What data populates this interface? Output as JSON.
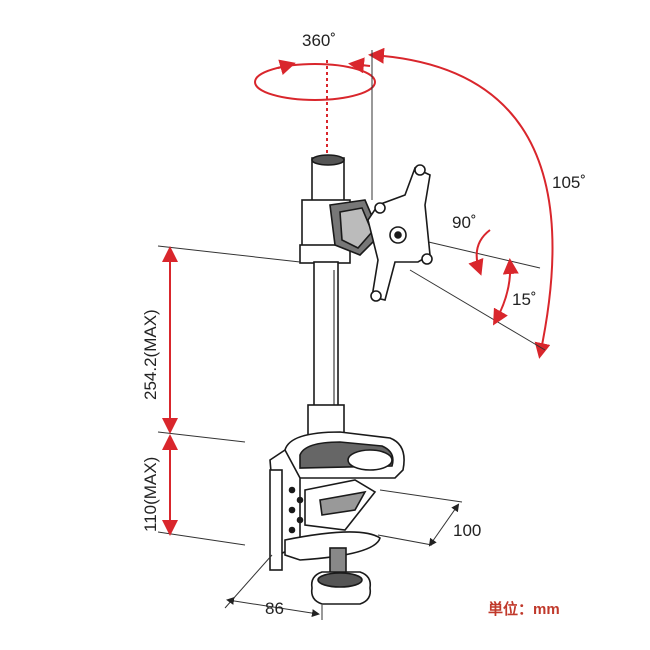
{
  "labels": {
    "rotation": "360˚",
    "tilt_total": "105˚",
    "tilt_90": "90˚",
    "tilt_15": "15˚",
    "height_arm": "254.2(MAX)",
    "height_clamp": "110(MAX)",
    "depth": "100",
    "width": "86",
    "unit": "単位：mm"
  },
  "colors": {
    "dimension_arrow": "#d9262c",
    "line_art": "#1a1a1a",
    "dim_line": "#333333",
    "unit_text": "#c0392b"
  }
}
